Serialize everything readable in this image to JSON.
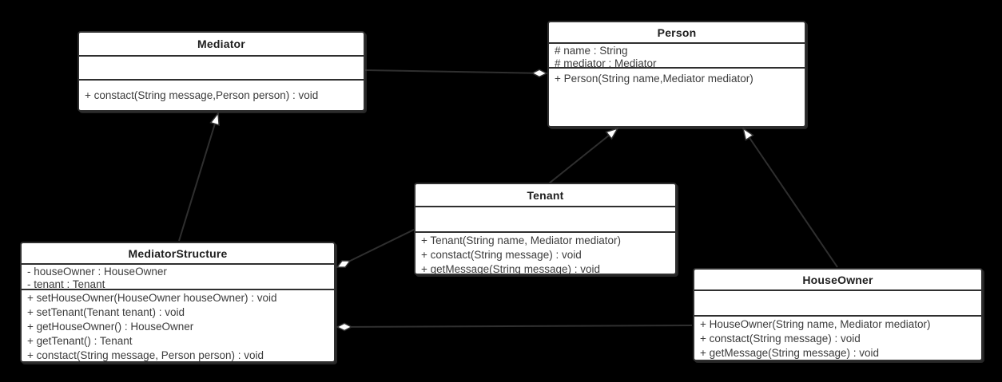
{
  "diagram": {
    "kind": "uml-class-diagram",
    "colors": {
      "background": "#000000",
      "node_fill": "#ffffff",
      "stroke": "#2f2f2f",
      "title_text": "#1e1e1e",
      "body_text": "#3c3c3c"
    },
    "classes": [
      {
        "name": "Mediator",
        "attributes": [],
        "methods": [
          "+ constact(String message,Person person) : void"
        ]
      },
      {
        "name": "Person",
        "attributes": [
          "# name : String",
          "# mediator : Mediator"
        ],
        "methods": [
          "+ Person(String name,Mediator mediator)"
        ]
      },
      {
        "name": "Tenant",
        "attributes": [],
        "methods": [
          "+ Tenant(String name, Mediator mediator)",
          "+ constact(String message) : void",
          "+ getMessage(String message) : void"
        ]
      },
      {
        "name": "MediatorStructure",
        "attributes": [
          "- houseOwner : HouseOwner",
          "- tenant : Tenant"
        ],
        "methods": [
          "+ setHouseOwner(HouseOwner houseOwner) : void",
          "+ setTenant(Tenant tenant) : void",
          "+ getHouseOwner() : HouseOwner",
          "+ getTenant() : Tenant",
          "+ constact(String message, Person person) : void"
        ]
      },
      {
        "name": "HouseOwner",
        "attributes": [],
        "methods": [
          "+ HouseOwner(String name, Mediator mediator)",
          "+ constact(String message) : void",
          "+ getMessage(String message) : void"
        ]
      }
    ],
    "relationships": [
      {
        "type": "aggregation",
        "from": "Mediator",
        "to": "Person",
        "diamond_at": "Person"
      },
      {
        "type": "generalization",
        "from": "MediatorStructure",
        "to": "Mediator"
      },
      {
        "type": "generalization",
        "from": "Tenant",
        "to": "Person"
      },
      {
        "type": "generalization",
        "from": "HouseOwner",
        "to": "Person"
      },
      {
        "type": "aggregation",
        "from": "Tenant",
        "to": "MediatorStructure",
        "diamond_at": "MediatorStructure"
      },
      {
        "type": "aggregation",
        "from": "HouseOwner",
        "to": "MediatorStructure",
        "diamond_at": "MediatorStructure"
      }
    ]
  }
}
